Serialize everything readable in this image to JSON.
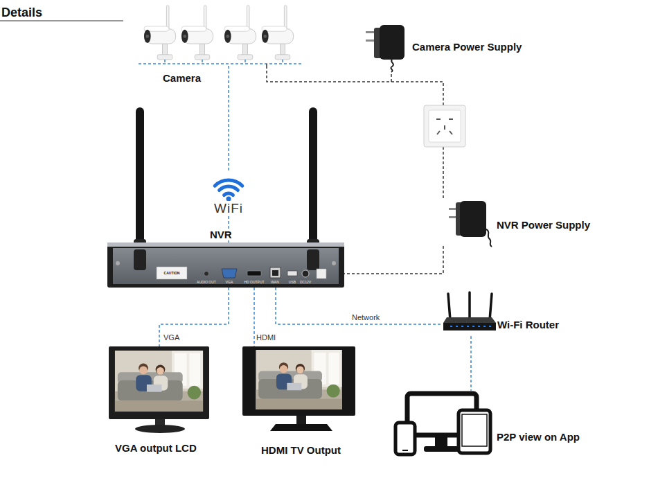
{
  "diagram": {
    "title": "Details",
    "nodes": [
      {
        "text": [
          "Camera"
        ]
      },
      {
        "text": [
          "Camera Power Supply"
        ]
      },
      {
        "text": [
          "NVR"
        ]
      },
      {
        "text": [
          "NVR Power Supply"
        ]
      },
      {
        "text": [
          "Wi-Fi Router"
        ]
      },
      {
        "text": [
          "VGA output LCD"
        ]
      },
      {
        "text": [
          "HDMI TV Output"
        ]
      },
      {
        "text": [
          "P2P view on App"
        ]
      }
    ],
    "edges": [
      {
        "from": 0,
        "to": 2,
        "arrow": "none",
        "label": "WiFi"
      },
      {
        "from": 0,
        "to": 1,
        "arrow": "none"
      },
      {
        "from": 3,
        "to": 2,
        "arrow": "none"
      },
      {
        "from": 2,
        "to": 5,
        "arrow": "none",
        "label": "VGA"
      },
      {
        "from": 2,
        "to": 6,
        "arrow": "none",
        "label": "HDMI"
      },
      {
        "from": 2,
        "to": 4,
        "arrow": "none",
        "label": "Network"
      },
      {
        "from": 4,
        "to": 7,
        "arrow": "none"
      }
    ],
    "labels": [
      "CAUTION",
      "AUDIO OUT",
      "VGA",
      "HD OUTPUT",
      "WAN",
      "USB",
      "DC12V"
    ]
  }
}
